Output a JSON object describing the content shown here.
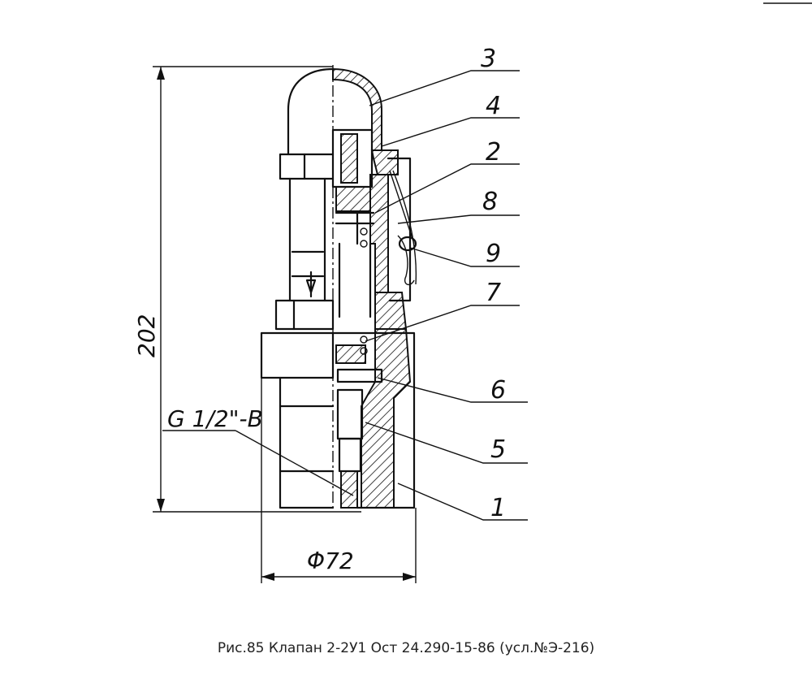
{
  "callouts": {
    "c1": "1",
    "c2": "2",
    "c3": "3",
    "c4": "4",
    "c5": "5",
    "c6": "6",
    "c7": "7",
    "c8": "8",
    "c9": "9"
  },
  "dimensions": {
    "height": "202",
    "diameter": "Φ72",
    "thread": "G 1/2\"-B"
  },
  "caption": "Рис.85 Клапан 2-2У1 Ост 24.290-15-86 (усл.№Э-216)"
}
